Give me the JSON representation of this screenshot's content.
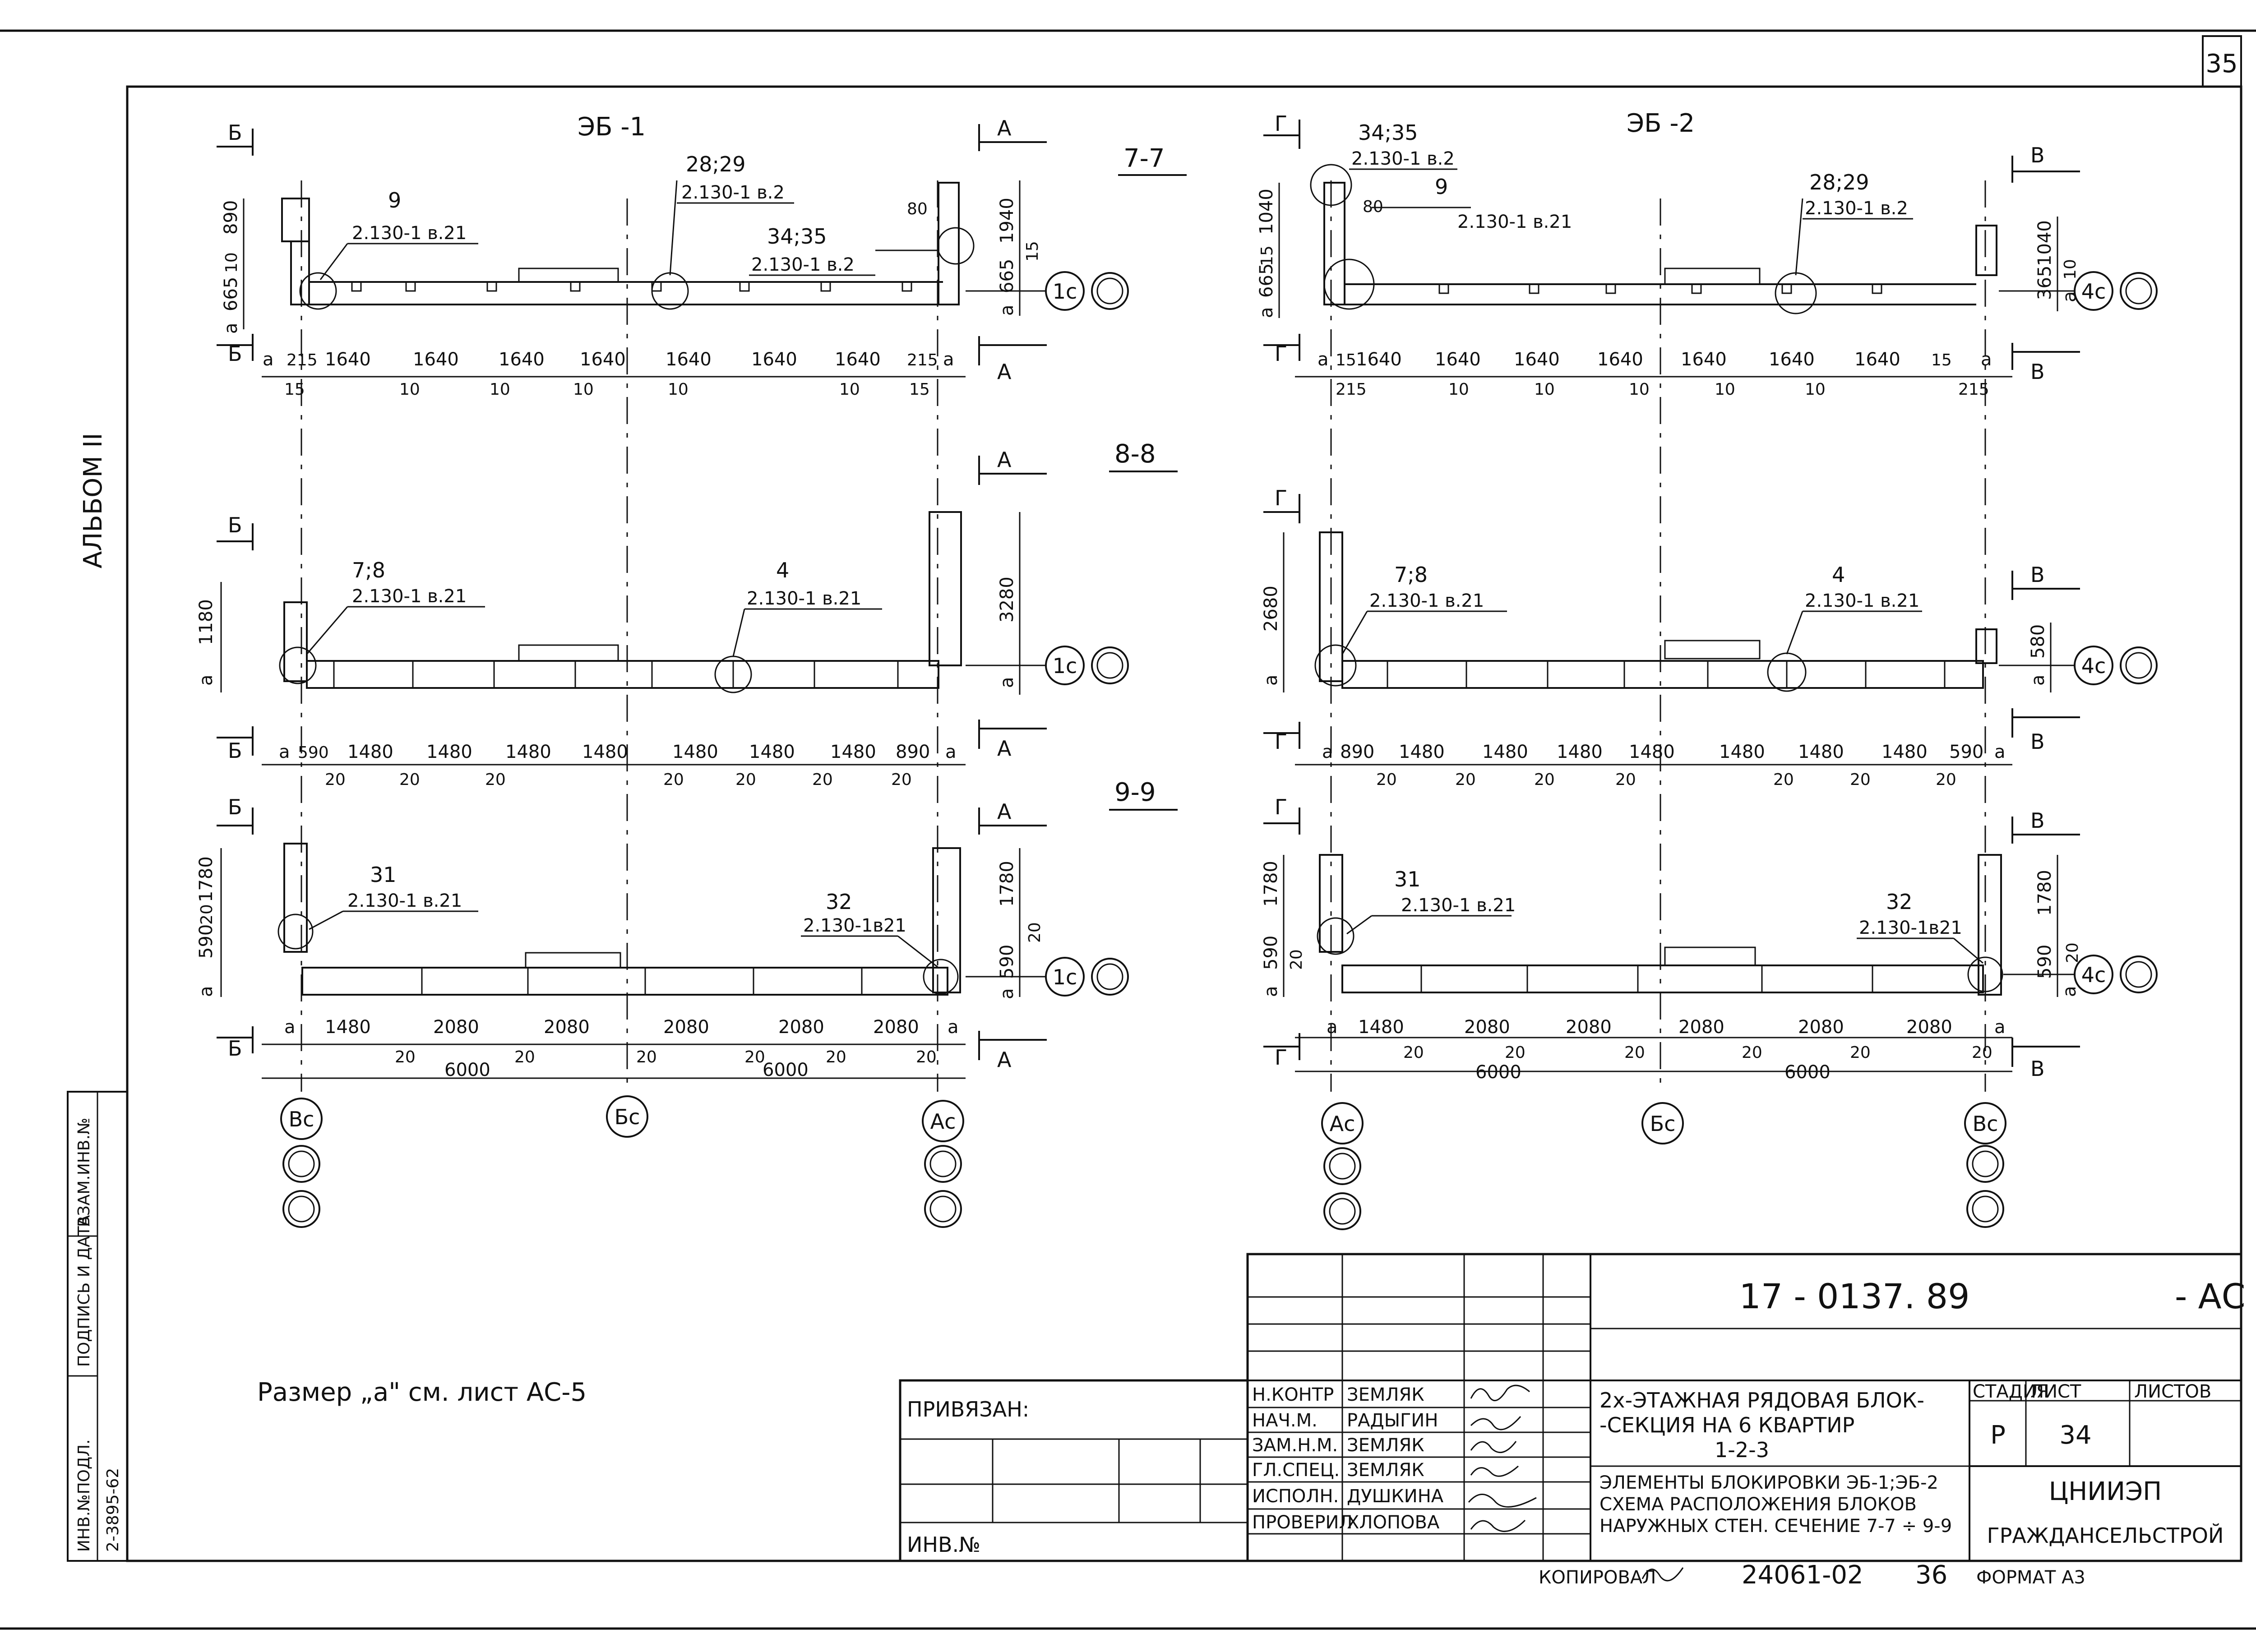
{
  "sheet": {
    "page_number": "35",
    "album_label": "АЛЬБОМ II",
    "note": "Размер „а\" см. лист АС-5"
  },
  "drawings": {
    "left_title": "ЭБ -1",
    "right_title": "ЭБ -2",
    "sections": [
      "7-7",
      "8-8",
      "9-9"
    ],
    "left": {
      "row1": {
        "marks": [
          {
            "label": "9",
            "ref": "2.130-1 в.21"
          },
          {
            "label": "28;29",
            "ref": "2.130-1 в.2"
          },
          {
            "label": "34;35",
            "ref": "2.130-1 в.2"
          }
        ],
        "dims": [
          "a",
          "215",
          "1640",
          "1640",
          "1640",
          "1640",
          "1640",
          "1640",
          "1640",
          "215",
          "a"
        ],
        "subdims": [
          "15",
          "10",
          "10",
          "10",
          "10",
          "10",
          "15"
        ],
        "heights": [
          "890",
          "10",
          "665",
          "a"
        ],
        "right_heights": [
          "80",
          "1940",
          "15",
          "665",
          "a"
        ],
        "axis": "1с"
      },
      "row2": {
        "marks": [
          {
            "label": "7;8",
            "ref": "2.130-1 в.21"
          },
          {
            "label": "4",
            "ref": "2.130-1 в.21"
          }
        ],
        "dims": [
          "a",
          "590",
          "1480",
          "1480",
          "1480",
          "1480",
          "1480",
          "1480",
          "1480",
          "890",
          "a"
        ],
        "subdims": [
          "20",
          "20",
          "20",
          "20",
          "20",
          "20",
          "20"
        ],
        "heights": [
          "1180",
          "a"
        ],
        "right_heights": [
          "3280",
          "a"
        ],
        "axis": "1с"
      },
      "row3": {
        "marks": [
          {
            "label": "31",
            "ref": "2.130-1 в.21"
          },
          {
            "label": "32",
            "ref": "2.130-1в21"
          }
        ],
        "dims": [
          "a",
          "1480",
          "2080",
          "2080",
          "2080",
          "2080",
          "2080",
          "a"
        ],
        "subdims": [
          "20",
          "20",
          "20",
          "20",
          "20",
          "20"
        ],
        "spans": [
          "6000",
          "6000"
        ],
        "heights": [
          "1780",
          "20",
          "590",
          "a"
        ],
        "right_heights": [
          "1780",
          "20",
          "590",
          "a"
        ],
        "axis": "1с"
      },
      "bottom_axes": [
        "Вс",
        "Бс",
        "Ас"
      ],
      "cut_letters": [
        "Б",
        "А"
      ]
    },
    "right": {
      "row1": {
        "marks": [
          {
            "label": "34;35",
            "ref": "2.130-1 в.2"
          },
          {
            "label": "9",
            "ref": "2.130-1 в.21"
          },
          {
            "label": "28;29",
            "ref": "2.130-1 в.2"
          }
        ],
        "dims": [
          "a",
          "15",
          "1640",
          "1640",
          "1640",
          "1640",
          "1640",
          "1640",
          "1640",
          "15",
          "a"
        ],
        "subdims": [
          "215",
          "10",
          "10",
          "10",
          "10",
          "10",
          "215"
        ],
        "heights": [
          "1040",
          "15",
          "665",
          "a"
        ],
        "right_heights": [
          "1040",
          "10",
          "365",
          "a"
        ],
        "axis": "4с",
        "extra": "80"
      },
      "row2": {
        "marks": [
          {
            "label": "7;8",
            "ref": "2.130-1 в.21"
          },
          {
            "label": "4",
            "ref": "2.130-1 в.21"
          }
        ],
        "dims": [
          "a",
          "890",
          "1480",
          "1480",
          "1480",
          "1480",
          "1480",
          "1480",
          "1480",
          "590",
          "a"
        ],
        "subdims": [
          "20",
          "20",
          "20",
          "20",
          "20",
          "20",
          "20"
        ],
        "heights": [
          "2680",
          "a"
        ],
        "right_heights": [
          "580",
          "a"
        ],
        "axis": "4с"
      },
      "row3": {
        "marks": [
          {
            "label": "31",
            "ref": "2.130-1 в.21"
          },
          {
            "label": "32",
            "ref": "2.130-1в21"
          }
        ],
        "dims": [
          "a",
          "1480",
          "2080",
          "2080",
          "2080",
          "2080",
          "2080",
          "a"
        ],
        "subdims": [
          "20",
          "20",
          "20",
          "20",
          "20",
          "20"
        ],
        "spans": [
          "6000",
          "6000"
        ],
        "heights": [
          "1780",
          "20",
          "590",
          "a"
        ],
        "right_heights": [
          "1780",
          "20",
          "590",
          "a"
        ],
        "axis": "4с"
      },
      "bottom_axes": [
        "Ас",
        "Бс",
        "Вс"
      ],
      "cut_letters": [
        "Г",
        "В"
      ]
    }
  },
  "left_stamp": {
    "col1": "ИНВ.№ПОДЛ.",
    "col1_value": "2-3895-62",
    "col2": "ПОДПИСЬ И ДАТА",
    "col3": "ВЗАМ.ИНВ.№"
  },
  "title_block": {
    "doc_code": "17 - 0137. 89",
    "doc_suffix": "- АС",
    "privyazan": "ПРИВЯЗАН:",
    "inv_no": "ИНВ.№",
    "roles": [
      "Н.КОНТР",
      "НАЧ.М.",
      "ЗАМ.Н.М.",
      "ГЛ.СПЕЦ.",
      "ИСПОЛН.",
      "ПРОВЕРИЛ"
    ],
    "names": [
      "ЗЕМЛЯК",
      "РАДЫГИН",
      "ЗЕМЛЯК",
      "ЗЕМЛЯК",
      "ДУШКИНА",
      "ХЛОПОВА"
    ],
    "project_title_1": "2х-ЭТАЖНАЯ РЯДОВАЯ БЛОК-",
    "project_title_2": "-СЕКЦИЯ НА 6 КВАРТИР",
    "project_title_3": "1-2-3",
    "sheet_title_1": "ЭЛЕМЕНТЫ БЛОКИРОВКИ ЭБ-1;ЭБ-2",
    "sheet_title_2": "СХЕМА РАСПОЛОЖЕНИЯ БЛОКОВ",
    "sheet_title_3": "НАРУЖНЫХ СТЕН. СЕЧЕНИЕ 7-7 ÷ 9-9",
    "stage_label": "СТАДИЯ",
    "sheet_label": "ЛИСТ",
    "sheets_label": "ЛИСТОВ",
    "stage": "Р",
    "sheet": "34",
    "org_1": "ЦНИИЭП",
    "org_2": "ГРАЖДАНСЕЛЬСТРОЙ",
    "copied": "КОПИРОВАЛ",
    "copy_code": "24061-02",
    "copy_page": "36",
    "format": "ФОРМАТ А3"
  }
}
